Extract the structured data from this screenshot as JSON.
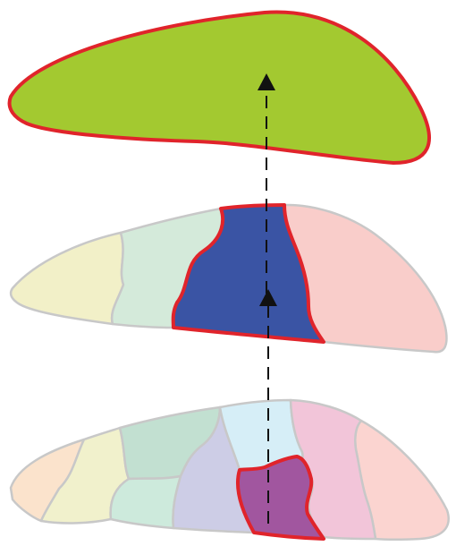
{
  "diagram": {
    "levels": [
      {
        "name": "top-merged-region",
        "fill": "#a3c930",
        "outline": "#e0242b"
      },
      {
        "name": "middle-level",
        "regions": [
          {
            "name": "yellow",
            "fill": "#f2f0c8"
          },
          {
            "name": "green",
            "fill": "#d4eada"
          },
          {
            "name": "blue-highlight",
            "fill": "#3a54a4",
            "highlighted": true
          },
          {
            "name": "pink",
            "fill": "#f9cdca"
          }
        ]
      },
      {
        "name": "bottom-level",
        "regions": [
          {
            "name": "orange",
            "fill": "#fbe3cc"
          },
          {
            "name": "light-yellow",
            "fill": "#f1f1cc"
          },
          {
            "name": "teal-green",
            "fill": "#c2e0d1"
          },
          {
            "name": "mint",
            "fill": "#cdeadc"
          },
          {
            "name": "lavender",
            "fill": "#cdcde6"
          },
          {
            "name": "light-blue",
            "fill": "#d6eef7"
          },
          {
            "name": "purple-highlight",
            "fill": "#a1569f",
            "highlighted": true
          },
          {
            "name": "pink",
            "fill": "#f2c5d9"
          },
          {
            "name": "salmon",
            "fill": "#fbd4d0"
          }
        ]
      }
    ],
    "arrows": [
      {
        "name": "bottom-to-middle",
        "color": "#111111",
        "style": "dashed"
      },
      {
        "name": "middle-to-top",
        "color": "#111111",
        "style": "dashed"
      }
    ]
  }
}
